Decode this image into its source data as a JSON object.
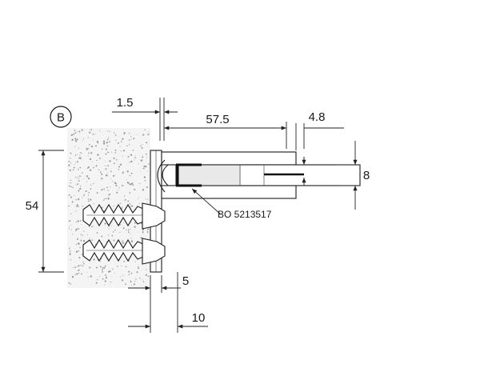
{
  "section_label": "B",
  "dimensions": {
    "plate_thickness": "1.5",
    "arm_length": "57.5",
    "gap": "4.8",
    "glass_thickness": "8",
    "height": "54",
    "offset": "5",
    "base_depth": "10"
  },
  "part_callout": "BO 5213517"
}
